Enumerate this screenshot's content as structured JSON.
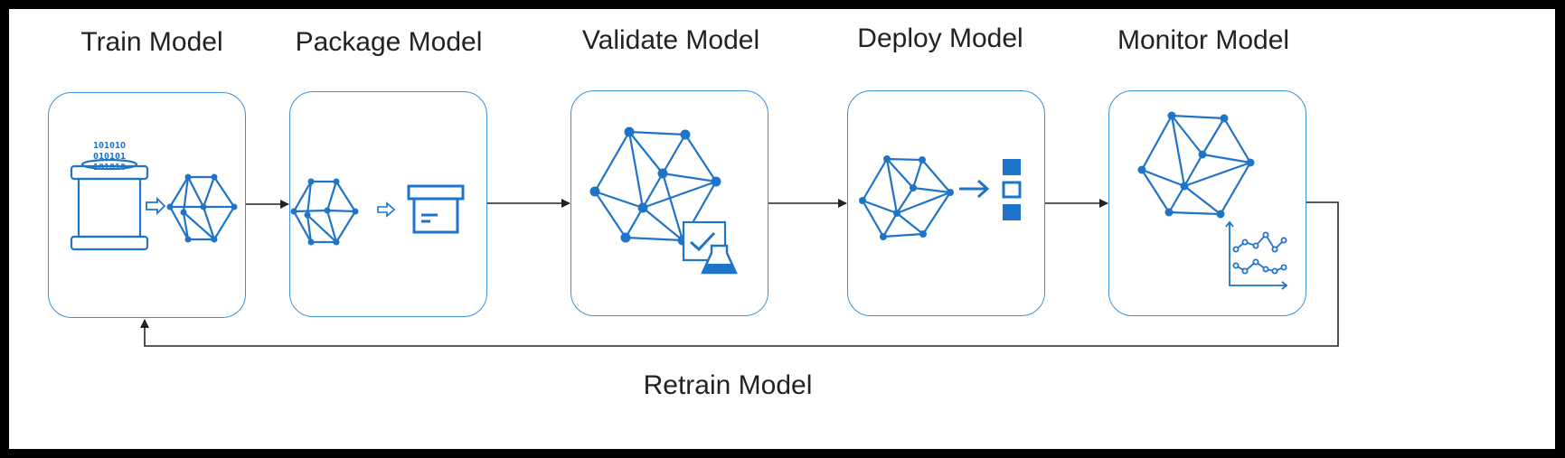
{
  "diagram": {
    "stages": [
      {
        "id": "train",
        "label": "Train Model",
        "icon": "database-to-neural-network-icon"
      },
      {
        "id": "package",
        "label": "Package Model",
        "icon": "neural-network-to-package-icon"
      },
      {
        "id": "validate",
        "label": "Validate Model",
        "icon": "neural-network-validation-icon"
      },
      {
        "id": "deploy",
        "label": "Deploy Model",
        "icon": "neural-network-deploy-icon"
      },
      {
        "id": "monitor",
        "label": "Monitor Model",
        "icon": "neural-network-monitor-chart-icon"
      }
    ],
    "loop_label": "Retrain Model",
    "binary_rows": [
      "10101O",
      "010101",
      "101010"
    ],
    "colors": {
      "accent": "#1f74c8",
      "border": "#3d8fd6",
      "arrow": "#222222",
      "background": "#ffffff",
      "frame": "#000000"
    }
  }
}
